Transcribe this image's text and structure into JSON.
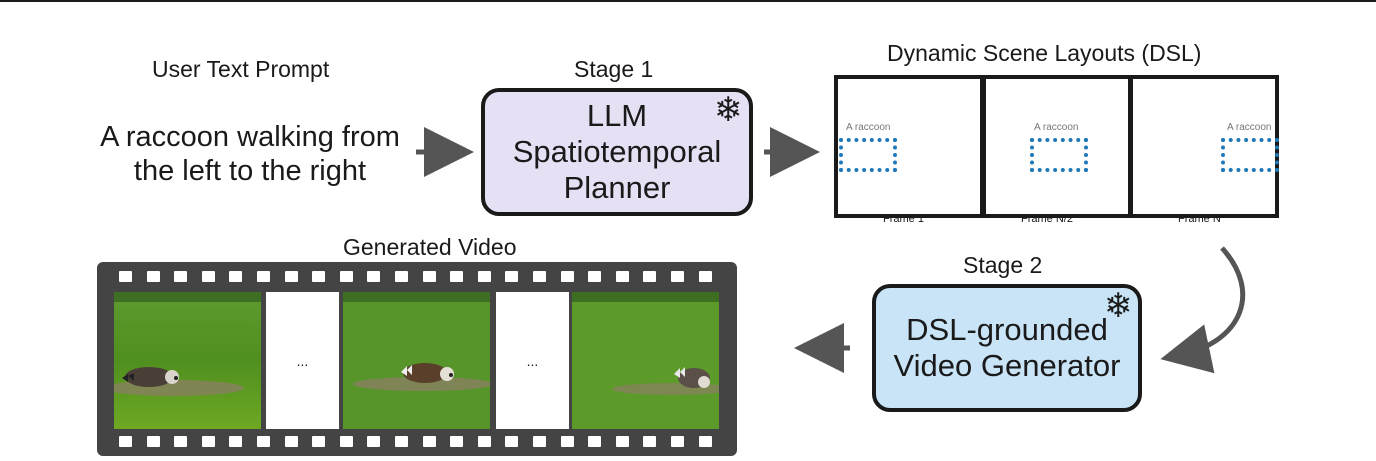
{
  "prompt": {
    "title": "User Text Prompt",
    "text": "A raccoon walking from the left to the right"
  },
  "stage1": {
    "title": "Stage 1",
    "box_label": "LLM\nSpatiotemporal\nPlanner",
    "box_color": "#e6e0f5"
  },
  "dsl": {
    "title": "Dynamic Scene Layouts (DSL)",
    "object_label": "A raccoon",
    "bbox_color": "#1f79b8",
    "frame_labels": [
      "Frame 1",
      "Frame N/2",
      "Frame N"
    ],
    "ellipsis": "···"
  },
  "stage2": {
    "title": "Stage 2",
    "box_label": "DSL-grounded\nVideo Generator",
    "box_color": "#c8e4f6"
  },
  "video": {
    "title": "Generated Video",
    "ellipsis": "...",
    "film_color": "#444444"
  },
  "icons": {
    "frozen": "snowflake-icon"
  }
}
